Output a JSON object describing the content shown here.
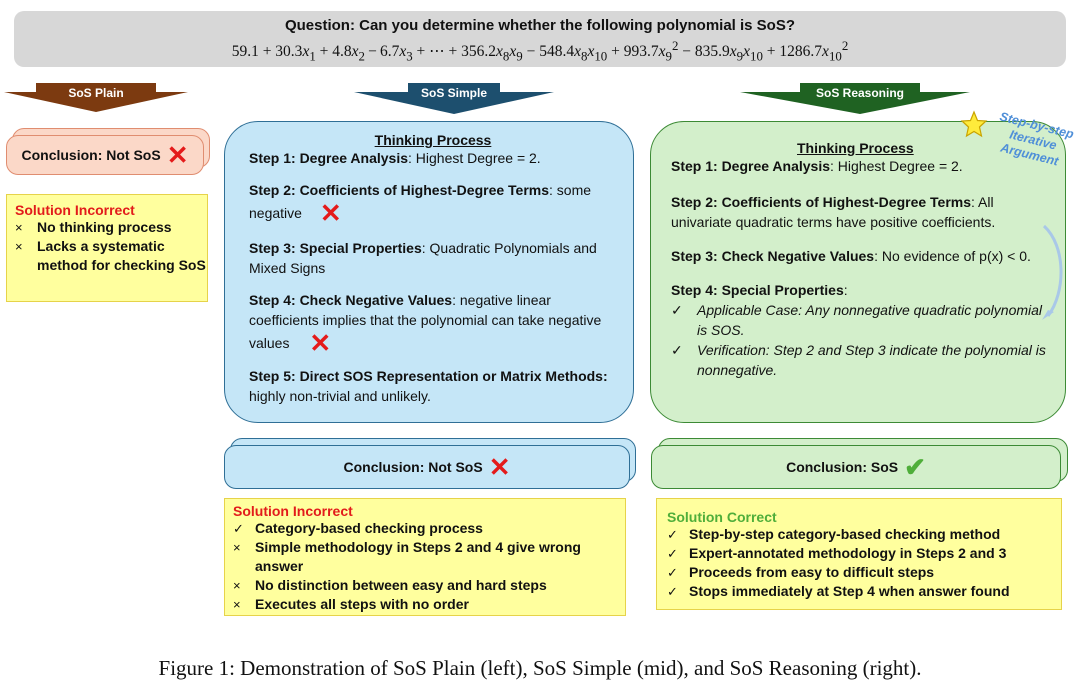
{
  "question": {
    "title": "Question: Can you determine whether the following polynomial is SoS?"
  },
  "arrows": {
    "plain": "SoS Plain",
    "simple": "SoS Simple",
    "reasoning": "SoS Reasoning"
  },
  "plain": {
    "conclusion": "Conclusion: Not SoS",
    "solution_title": "Solution Incorrect",
    "items": [
      "No thinking process",
      "Lacks a systematic method for checking SoS"
    ]
  },
  "simple": {
    "thinking_title": "Thinking Process",
    "steps": [
      {
        "bold": "Step 1: Degree Analysis",
        "text": ": Highest Degree = 2."
      },
      {
        "bold": "Step 2: Coefficients of Highest-Degree Terms",
        "text": ": some negative"
      },
      {
        "bold": "Step 3: Special Properties",
        "text": ": Quadratic Polynomials and Mixed Signs"
      },
      {
        "bold": "Step 4: Check Negative Values",
        "text": ": negative linear coefficients implies that the polynomial can take negative values"
      },
      {
        "bold": "Step 5: Direct SOS Representation or Matrix Methods:",
        "text": " highly non-trivial and unlikely."
      }
    ],
    "conclusion": "Conclusion: Not SoS",
    "solution_title": "Solution Incorrect",
    "items": [
      {
        "mark": "✓",
        "text": "Category-based checking process"
      },
      {
        "mark": "×",
        "text": "Simple methodology in Steps 2 and 4 give wrong answer"
      },
      {
        "mark": "×",
        "text": "No distinction between easy and hard steps"
      },
      {
        "mark": "×",
        "text": "Executes all steps with no order"
      }
    ]
  },
  "reasoning": {
    "thinking_title": "Thinking Process",
    "annotation": "Step-by-step Iterative Argument",
    "steps": [
      {
        "bold": "Step 1: Degree Analysis",
        "text": ": Highest Degree = 2."
      },
      {
        "bold": "Step 2: Coefficients of Highest-Degree Terms",
        "text": ": All univariate quadratic terms have positive coefficients."
      },
      {
        "bold": "Step 3: Check Negative Values",
        "text": ": No evidence of  p(x) < 0."
      },
      {
        "bold": "Step 4: Special Properties",
        "text": ":"
      }
    ],
    "subitems": [
      "Applicable Case:  Any nonnegative quadratic polynomial is SOS.",
      "Verification: Step 2 and Step 3 indicate the polynomial is nonnegative."
    ],
    "conclusion": "Conclusion: SoS",
    "solution_title": "Solution Correct",
    "items": [
      "Step-by-step category-based checking method",
      "Expert-annotated methodology in Steps 2 and 3",
      "Proceeds from easy to difficult steps",
      "Stops immediately at Step 4 when answer found"
    ]
  },
  "caption": "Figure 1: Demonstration of SoS Plain (left), SoS Simple (mid), and SoS Reasoning (right)."
}
